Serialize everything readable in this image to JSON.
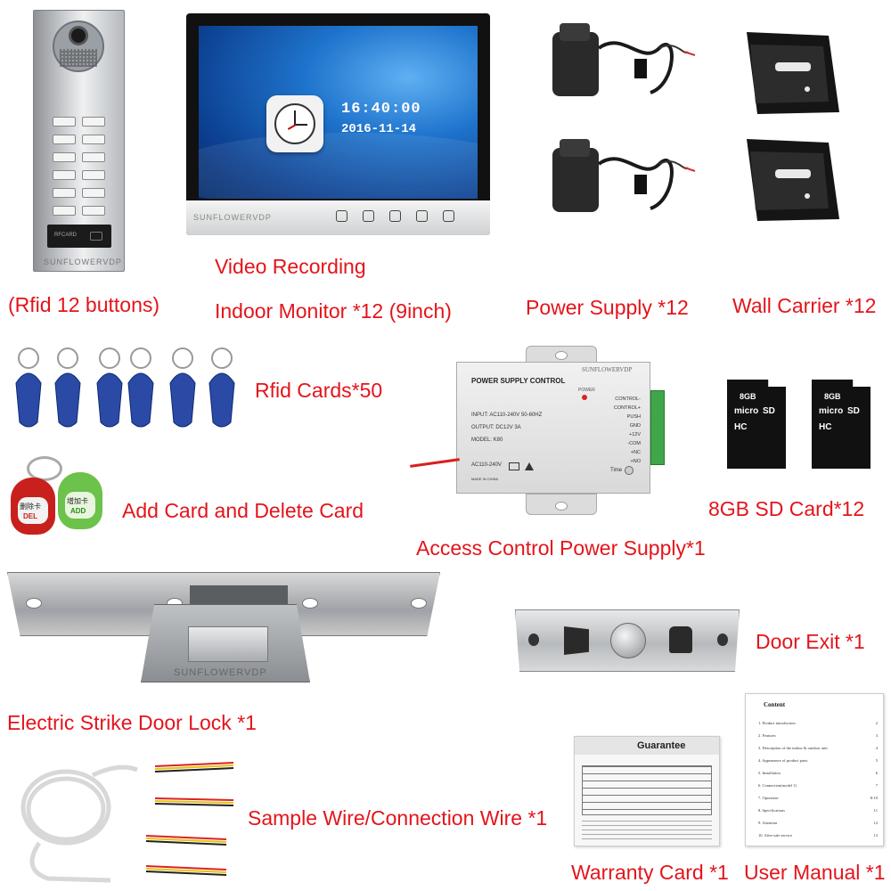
{
  "colors": {
    "label": "#e4141b",
    "metal": "#c9ccd0",
    "screen": "#1565c0"
  },
  "doorbell": {
    "brand": "SUNFLOWERVDP",
    "reader_text": "RFCARD",
    "label": "(Rfid 12 buttons)"
  },
  "monitor": {
    "time": "16:40:00",
    "date": "2016-11-14",
    "brand": "SUNFLOWERVDP",
    "label_line1": "Video Recording",
    "label_line2": "Indoor Monitor *12 (9inch)"
  },
  "power_supply": {
    "label": "Power Supply *12"
  },
  "wall_carrier": {
    "label": "Wall Carrier *12"
  },
  "rfid_cards": {
    "label": "Rfid Cards*50"
  },
  "add_delete_cards": {
    "del_cn": "删除卡",
    "del_en": "DEL",
    "add_cn": "增加卡",
    "add_en": "ADD",
    "label": "Add Card and Delete Card"
  },
  "access_power": {
    "brand": "SUNFLOWERVDP",
    "title": "POWER SUPPLY CONTROL",
    "input": "INPUT: AC110-240V  50-60HZ",
    "output": "OUTPUT: DC12V  3A",
    "model": "MODEL: K80",
    "ac": "AC110-240V",
    "made": "MADE IN CHINA",
    "power_led": "POWER",
    "time": "Time",
    "terminals": [
      "CONTROL-",
      "CONTROL+",
      "PUSH",
      "GND",
      "+12V",
      "-COM",
      "+NC",
      "+NO"
    ],
    "label": "Access Control Power Supply*1"
  },
  "sd_card": {
    "capacity": "8GB",
    "micro": "micro",
    "sd": "SD",
    "hc": "HC",
    "label": "8GB SD Card*12"
  },
  "strike_lock": {
    "brand": "SUNFLOWERVDP",
    "label": "Electric Strike Door Lock *1"
  },
  "door_exit": {
    "label": "Door Exit *1"
  },
  "wire": {
    "label": "Sample Wire/Connection Wire *1"
  },
  "warranty": {
    "title": "Guarantee",
    "label": "Warranty Card *1"
  },
  "manual": {
    "heading": "Content",
    "items": [
      "1.  Product introduction",
      "2.  Features",
      "3.  Description of the indoor & outdoor unit",
      "4.  Appearance of product parts",
      "5.  Installation",
      "6.  Connection(model 1)",
      "7.  Operation",
      "8.  Specifications",
      "9.  Attention",
      "10. After-sale service"
    ],
    "pages": [
      "2",
      "3",
      "4",
      "5",
      "6",
      "7",
      "8-10",
      "11",
      "12",
      "13"
    ],
    "label": "User Manual *1"
  }
}
